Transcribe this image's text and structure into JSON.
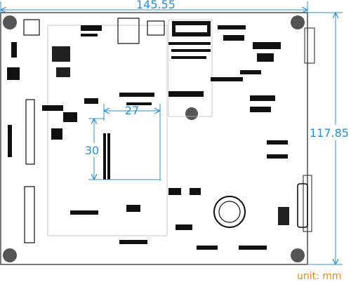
{
  "dimensions": {
    "board_width": "145.55",
    "board_height": "117.85",
    "module_width": "27",
    "module_height": "30"
  },
  "unit_label": "unit: mm",
  "colors": {
    "dimension": "#2a8fd0",
    "unit": "#e08a1e",
    "board_outline": "#222222",
    "component": "#111111",
    "mount_hole": "#555555"
  }
}
